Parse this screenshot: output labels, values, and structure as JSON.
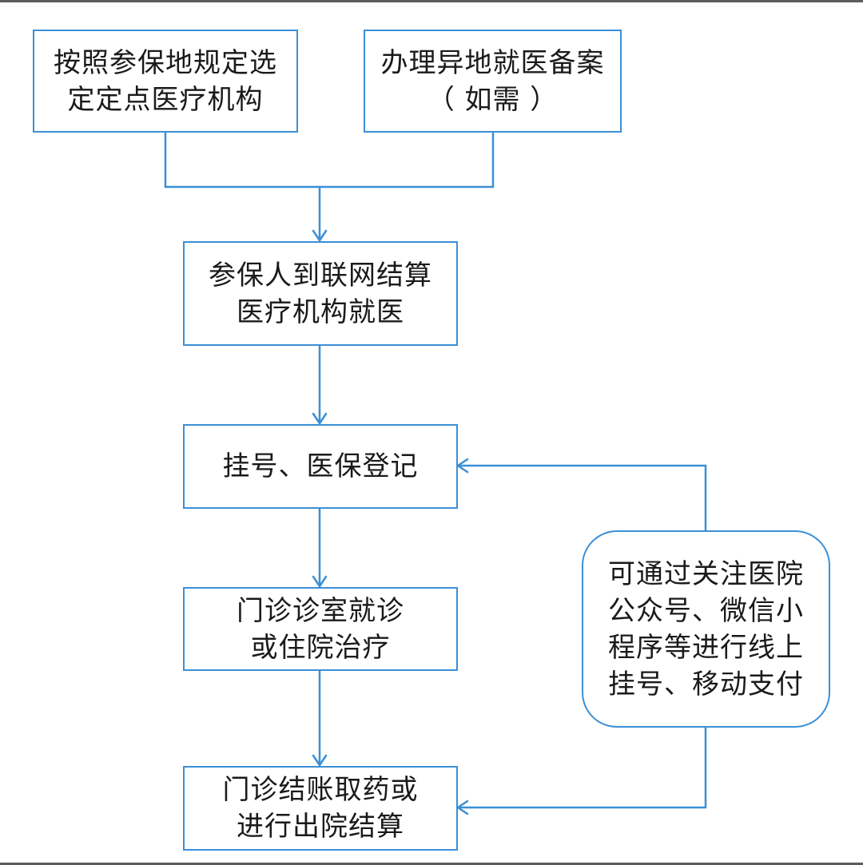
{
  "colors": {
    "box_border": "#3b8fd6",
    "arrow": "#3b8fd6",
    "text": "#1a1a1a",
    "frame_line": "#5c5c5c"
  },
  "nodes": {
    "select_institution": {
      "line1": "按照参保地规定选",
      "line2": "定定点医疗机构"
    },
    "remote_filing": {
      "line1": "办理异地就医备案",
      "line2": "（ 如需 ）"
    },
    "visit_hospital": {
      "line1": "参保人到联网结算",
      "line2": "医疗机构就医"
    },
    "registration": {
      "line1": "挂号、医保登记"
    },
    "treatment": {
      "line1": "门诊诊室就诊",
      "line2": "或住院治疗"
    },
    "checkout": {
      "line1": "门诊结账取药或",
      "line2": "进行出院结算"
    },
    "online_note": {
      "line1": "可通过关注医院",
      "line2": "公众号、微信小",
      "line3": "程序等进行线上",
      "line4": "挂号、移动支付"
    }
  }
}
